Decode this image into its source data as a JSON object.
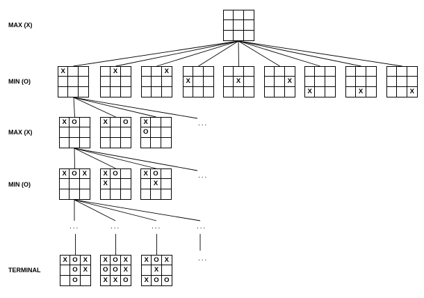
{
  "levels": [
    {
      "label": "MAX (X)"
    },
    {
      "label": "MIN (O)"
    },
    {
      "label": "MAX (X)"
    },
    {
      "label": "MIN (O)"
    },
    {
      "label": "TERMINAL"
    }
  ],
  "ellipsis": "...",
  "boards": {
    "root": [
      [
        "",
        "",
        ""
      ],
      [
        "",
        "",
        ""
      ],
      [
        "",
        "",
        ""
      ]
    ],
    "level1": [
      [
        [
          "X",
          "",
          ""
        ],
        [
          "",
          "",
          ""
        ],
        [
          "",
          "",
          ""
        ]
      ],
      [
        [
          "",
          "X",
          ""
        ],
        [
          "",
          "",
          ""
        ],
        [
          "",
          "",
          ""
        ]
      ],
      [
        [
          "",
          "",
          "X"
        ],
        [
          "",
          "",
          ""
        ],
        [
          "",
          "",
          ""
        ]
      ],
      [
        [
          "",
          "",
          ""
        ],
        [
          "X",
          "",
          ""
        ],
        [
          "",
          "",
          ""
        ]
      ],
      [
        [
          "",
          "",
          ""
        ],
        [
          "",
          "X",
          ""
        ],
        [
          "",
          "",
          ""
        ]
      ],
      [
        [
          "",
          "",
          ""
        ],
        [
          "",
          "",
          "X"
        ],
        [
          "",
          "",
          ""
        ]
      ],
      [
        [
          "",
          "",
          ""
        ],
        [
          "",
          "",
          ""
        ],
        [
          "X",
          "",
          ""
        ]
      ],
      [
        [
          "",
          "",
          ""
        ],
        [
          "",
          "",
          ""
        ],
        [
          "",
          "X",
          ""
        ]
      ],
      [
        [
          "",
          "",
          ""
        ],
        [
          "",
          "",
          ""
        ],
        [
          "",
          "",
          "X"
        ]
      ]
    ],
    "level2": [
      [
        [
          "X",
          "O",
          ""
        ],
        [
          "",
          "",
          ""
        ],
        [
          "",
          "",
          ""
        ]
      ],
      [
        [
          "X",
          "",
          "O"
        ],
        [
          "",
          "",
          ""
        ],
        [
          "",
          "",
          ""
        ]
      ],
      [
        [
          "X",
          "",
          ""
        ],
        [
          "O",
          "",
          ""
        ],
        [
          "",
          "",
          ""
        ]
      ]
    ],
    "level3": [
      [
        [
          "X",
          "O",
          "X"
        ],
        [
          "",
          "",
          ""
        ],
        [
          "",
          "",
          ""
        ]
      ],
      [
        [
          "X",
          "O",
          ""
        ],
        [
          "X",
          "",
          ""
        ],
        [
          "",
          "",
          ""
        ]
      ],
      [
        [
          "X",
          "O",
          ""
        ],
        [
          "",
          "X",
          ""
        ],
        [
          "",
          "",
          ""
        ]
      ]
    ],
    "terminal": [
      [
        [
          "X",
          "O",
          "X"
        ],
        [
          "",
          "O",
          "X"
        ],
        [
          "",
          "O",
          ""
        ]
      ],
      [
        [
          "X",
          "O",
          "X"
        ],
        [
          "O",
          "O",
          "X"
        ],
        [
          "X",
          "X",
          "O"
        ]
      ],
      [
        [
          "X",
          "O",
          "X"
        ],
        [
          "",
          "X",
          ""
        ],
        [
          "X",
          "O",
          "O"
        ]
      ]
    ]
  }
}
